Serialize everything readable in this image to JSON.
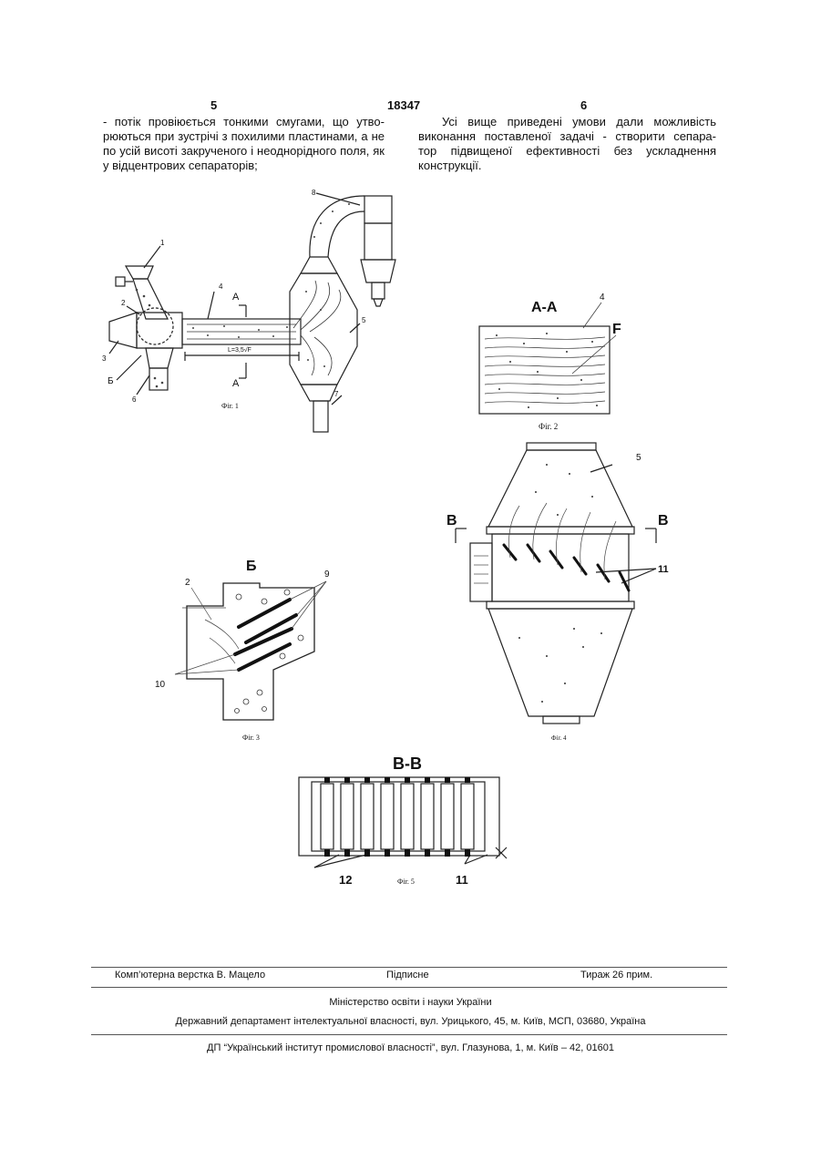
{
  "header": {
    "page_left": "5",
    "patent_no": "18347",
    "page_right": "6"
  },
  "col_left": {
    "lines": [
      "- потік провіюється тонкими смугами, що утво-",
      "рюються при зустрічі з похилими пластинами, а не",
      "по усій висоті закрученого і неоднорідного поля, як",
      "у відцентрових сепараторів;"
    ]
  },
  "col_right": {
    "lines": [
      "Усі вище приведені умови дали можливість",
      "виконання поставленої задачі - створити сепара-",
      "тор підвищеної ефективності без ускладнення",
      "конструкції."
    ]
  },
  "fig1": {
    "caption": "Фіг. 1",
    "labels": {
      "n1": "1",
      "n2": "2",
      "n3": "3",
      "n4": "4",
      "n5": "5",
      "n6": "6",
      "n7": "7",
      "n8": "8",
      "b": "Б",
      "a_top": "А",
      "a_bot": "А",
      "dim": "L=3,5√F"
    }
  },
  "fig2": {
    "caption": "Фіг. 2",
    "title": "А-А",
    "n4": "4",
    "f": "F"
  },
  "fig3": {
    "caption": "Фіг. 3",
    "title": "Б",
    "n2": "2",
    "n9": "9",
    "n10": "10"
  },
  "fig4": {
    "caption": "Фіг. 4",
    "n5": "5",
    "n11": "11",
    "b_left": "В",
    "b_right": "В"
  },
  "fig5": {
    "caption": "Фіг. 5",
    "title": "В-В",
    "n12": "12",
    "n11": "11"
  },
  "footer": {
    "typeset": "Комп’ютерна верстка В. Мацело",
    "signed": "Підписне",
    "print_run": "Тираж 26 прим.",
    "ministry": "Міністерство освіти і науки України",
    "department": "Державний департамент інтелектуальної власності, вул. Урицького, 45, м. Київ, МСП, 03680, Україна",
    "institute": "ДП “Український інститут промислової власності”, вул. Глазунова, 1, м. Київ – 42, 01601"
  }
}
